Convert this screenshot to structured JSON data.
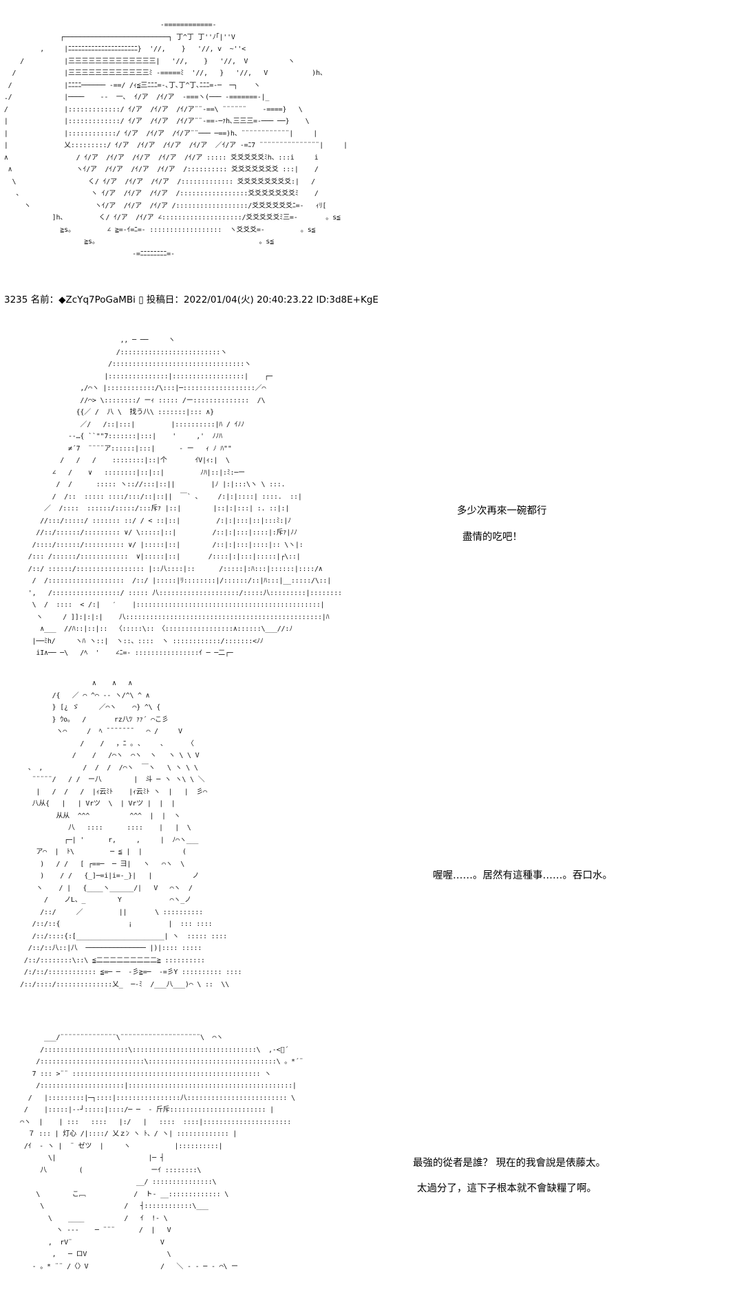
{
  "post": {
    "header": "3235 名前：◆ZcYq7PoGaMBi ▯ 投稿日：2022/01/04(火) 20:40:23.22 ID:3d8E+KgE"
  },
  "dialogue": {
    "panel1": {
      "line1": "多少次再來一碗都行",
      "line2": "盡情的吃吧！"
    },
    "panel2": {
      "line1": "喔喔……。居然有這種事……。吞口水。"
    },
    "panel3": {
      "line1": "最強的從者是誰？ 現在的我會說是俵藤太。",
      "line2": "太過分了，這下子根本就不會缺糧了啊。"
    }
  },
  "art": {
    "bowl": "                                        -============-\n               ┌──────────────────────────┐ 丁^丁 丁''ﾉ｢|''V\n          ,     |ﾆﾆﾆﾆﾆﾆﾆﾆﾆﾆﾆﾆﾆﾆﾆﾆﾆﾆﾆﾆﾆ}  '//,    }   '//, v  ~''<\n     /          |三三三三三三三三三三三三三|   '//,    }   '//,  V          ヽ\n   /            |三三三三三三三三三三三三ﾐ -=====ﾐ  '//,   }   '//,   V           )h、\n  /             |ﾆﾆﾆﾆ────── -==/ /ｨ≦三ﾆﾆﾆ=-､丁､丁^丁､ﾆﾆﾆ=-─  ─┐    ヽ\n ./             |────    --  一､  ｲ/ア  /ｲ/ア  -===ヽ(─── -=======-|_\n /              |:::::::::::::/ ｲ/ア  /ｲ/ア  /ｲ/ア¨¨-==\\ ¨¨¨¨¨¨    -====}   \\\n |              |:::::::::::::/ ｲ/ア  /ｲ/ア  /ｲ/ア¨¨-==-─ｧh､三三三=-─── ──}    \\\n |              |::::::::::::/ ｲ/ア  /ｲ/ア  /ｲ/ア¨¨─── ─==)h、¨¨¨¨¨¨¨¨¨¨¨¨|     |\n |              乂:::::::::/ ｲ/ア  /ｲ/ア  /ｲ/ア  /ｲ/ア  ／ｲ/ア -=ﾆ7 ¨¨¨¨¨¨¨¨¨¨¨¨¨¨¨|     |\n ∧                 / ｲ/ア  /ｲ/ア  /ｲ/ア  /ｲ/ア  /ｲ/ア ::::: 爻爻爻爻爻ﾐh、:::i     i\n  ∧                ヽｲ/ア  /ｲ/ア  /ｲ/ア  /ｲ/ア  /:::::::::: 爻爻爻爻爻爻爻 :::|    /\n   \\                  く/ ｲ/ア  /ｲ/ア  /ｲ/ア  /::::::::::::: 爻爻爻爻爻爻爻爻:|   /\n    、                 ヽ ｲ/ア  /ｲ/ア  /ｲ/ア  /:::::::::::::::::爻爻爻爻爻爻爻ﾐ    /\n      ヽ                ヽｲ/ア  /ｲ/ア  /ｲ/ア /::::::::::::::::::/爻爻爻爻爻爻ﾆ=-   ｨﾘ[\n             ]h、        く/ ｲ/ア  /ｲ/ア ∠::::::::::::::::::::/爻爻爻爻爻ﾐ三=-       。s≦\n               ≧s。        ∠ ≧=-ｲ=ﾆ=- ::::::::::::::::::  ヽ爻爻爻=-         。s≦\n                     ≧s。                                        。s≦\n                                 -=ﾆﾆﾆﾆﾆﾆﾆﾆ=-",
    "figure1": "                              ,, ─ ──     ヽ\n                             /:::::::::::::::::::::::::ヽ\n                           /:::::::::::::::::::::::::::::::::ヽ\n                          |:::::::::::::::|::::::::::::::::::|    ┌─\n                    ,/⌒ヽ |::::::::::::/\\:::|─::::::::::::::::::／⌒\n                    //⌒> \\::::::::/ ーｨ ::::: /ー::::::::::::::  /\\\n                   {{／ /  八 \\  找う八\\ :::::::|::: ∧}\n                    ／/   /::|:::|         |::::::::::|ﾊ / ｲﾉﾉ\n                 -‐…{ ``\"\"7:::::::|:::|    '     ,'  ﾉﾉﾊ\n                 ≠´7  ¨¨¨¨ア::::::|:::|      ‐ ー   ｨ ﾉ ﾊ\"\"\n               /   /   /    ::::::::|::|个       ｲV|ｨ:|  \\\n             ∠   /    ∨   ::::::::|::|::|         ﾉﾊ|::|:ﾐ:─ー\n              /  /      ::::: ヽ:://:::|::||         |ﾉ |:|:::\\ヽ \\ :::.\n             /  /::  ::::: ::::/:::/::|::||  ￣` 、    /:|:|::::| ::::.  ::|\n           ／  /::::  ::::::/:::::/:::斥ｧ |::|        |::|:|:::| :. ::|:|\n          //:::/:::::/ ::::::: ::/ / < ::|::|         /:|:|:::|::|:::ﾐ:|ﾉ\n         //::/::::::/::::::::: ∨/ \\:::::|::|         /::|:|:::|::::|:斥ｧ|ﾉﾉ\n        /::::/::::::/:::::::::: ∨/ |:::::|::|        /::|:|:::|::::|:: \\ヽ|:\n       /::: /::::::/::::::::::::  ∨|:::::|::|       /::::|:|:::|:::::|┌\\::|\n       /::/ ::::::/::::::::::::::::: |::八::::|::      /:::::|:ﾊ:::|::::::|::::/∧\n        /  /:::::::::::::::::::  /::/ |:::::|ﾘ::::::::|/::::::/::|ﾊ:::|__:::::/\\::|\n       ',   /:::::::::::::::::/ ::::: 八::::::::::::::::::::/:::::八:::::::::|::::::::\n        \\  /  ::::  < /:|   ′    |::::::::::::::::::::::::::::::::::::::::::::::|\n         ヽ     / ]]:|:|:|    八:::::::::::::::::::::::::::::::::::::::::::::::::|ﾊ\n          ∧___  //ﾊ::|::|::  〈:::::\\:: 〈:::::::::::::::::∧::::::\\___//:ﾉ\n        |──ﾐh/     ヽﾊ ヽ::|  ヽ::、::::  ヽ ::::::::::::/:::::::<ﾉﾉ\n         iI∧── ─\\   /ﾍ  '    ∠ﾆ=- ::::::::::::::::ｲ ─ ─二┌─\n         八'  \\一一\\'ﾊ//∧─ヽ\\\\  \\三=─ ────=ﾆ=┼┐  ﾆ   ::::::  ｨ",
    "figure2": "                       ∧    ∧   ∧\n             /{   ／ ⌒ ^⌒ ‐‐ ヽ/^\\ ^ ∧\n             } [¿ ゞ     ／⌒ヽ    ⌒} ^\\ {\n             } ｳo。  /       rz八ﾂ ｧｧ´ ⌒こ彡\n              ヽ⌒     /  ﾍ ¯¯¯¯¯¯¯   ⌒ /     V\n                    /    /   ，ﾆ ｡ 、    、     〈\n                  /    /   /⌒ヽ  ⌒ヽ  ヽ   ヽ \\ \\ V\n       、 ,          /  /  /  /⌒ヽ  ￣ヽ   \\ ヽ \\ \\\n        ¨¨¨¨¨/   / /  ー八        |  斗 ─ ヽ ヽ\\ \\ ＼\n         |   /  /   /  |ｨ云ﾐﾄ    |ｨ云ﾐﾄ ヽ  |   |  彡⌒\n        八从{   |   | Vrツ  \\  | Vrツ |  |  |\n              从从  ^^^          ^^^  |  |  ヽ\n                 八   ::::      ::::    |   |  \\\n                ┌─| '      r,     ,     |  ﾉ⌒ヽ___\n         ア⌒  |  ﾄ\\         ─ ≦ |  |          (\n          )   / /   [ ┌==─  ─ 彐|   ヽ   ⌒ヽ  \\\n          )    / /   {_]─=i|i=‐_}|   |          ノ\n         ヽ    / |   {____ヽ______/|   V   ⌒ヽ  /\n           /    ノL、_        Y            ⌒ヽ_ノ\n          /::/     ／         ||       \\ ::::::::::\n        /::/::{                 ¡         |  ::: ::::\n        /::/::::{:[______________________| ヽ  ::::: ::::\n       /::/::八::|八  ─────────────── |)|:::: :::::\n      /::/::::::::\\::\\ ≦二二二二二二二二二≧ ::::::::::\n      /:/::/:::::::::::: ≦=─ ─  -彡≧=─  -=彡Y :::::::::: ::::\n     /::/::::/::::::::::::::乂_  ─‐ﾐ  /___八___)⌒ \\ ::  \\\\",
    "figure3": "           ___/¨¨¨¨¨¨¨¨¨¨¨¨¨¨\\¨¨¨¨¨¨¨¨¨¨¨¨¨¨¨¨¨¨¨¨\\  ⌒ヽ\n          /:::::::::::::::::::::\\:::::::::::::::::::::::::::::::\\  ,-<ﾞ´\n         /::::::::::::::::::::::::::\\::::::::::::::::::::::::::::::::\\ 。*´¨\n        7 ::: >¨¨ ::::::::::::::::::::::::::::::::::::::::::::::: ヽ\n         /:::::::::::::::::::::|:::::::::::::::::::::::::::::::::::::::::|\n       /   |:::::::::|─┐::::|::::::::::::::::八::::::::::::::::::::::::: \\\n      /    |:::::|-‐┘:::::|::::/─ ─  ‐ 斤斥:::::::::::::::::::::::: |\n     ⌒ヽ  |    | :::   ::::   |:/   |   ::::  ::::|::::::::::::::::::::::\n       ７ ::: | 灯心 /|::::/ 乂ｚﾝ ヽ ﾄ、/ ヽ| ::::::::::::: |\n      /ｲ  ‐ ヽ |  ¨ ゼツ  |     ヽ           |::::::::::|\n            \\|                       |─ ┤\n          八        (                 ーｲ ::::::::\\\n                                  __/ :::::::::::::::\\\n         \\        こ﹇            /  ト‐ __::::::::::::: \\\n          \\                    /   ┤::::::::::::\\___\n            \\    ____          /   ｲ  !‐ \\\n              ヽ ‐‐‐    ─ ¨¨¨      /  |   V\n            ,  rV¨                      V\n             ,   ─ ロV                    \\\n        ‐ 。* ¨¨ /〈〉V                  /   ＼ ‐ ‐ ─ ‐ ⌒\\ ー"
  }
}
